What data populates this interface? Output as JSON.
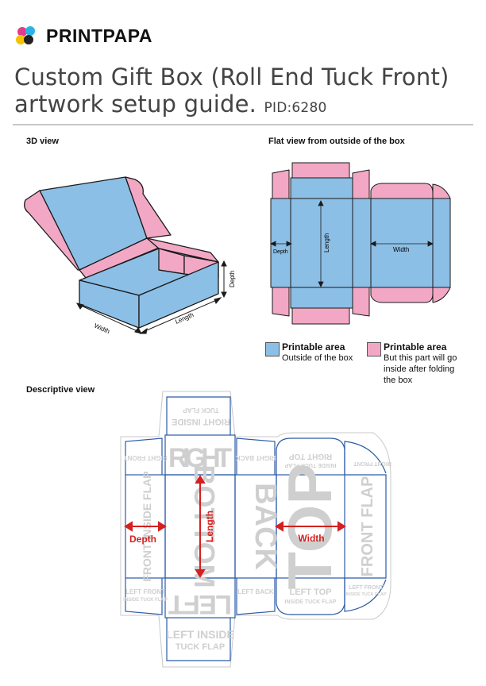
{
  "brand": {
    "name": "PRINTPAPA"
  },
  "title": {
    "line1": "Custom Gift Box (Roll End Tuck Front)",
    "line2": "artwork setup guide.",
    "pid": "PID:6280"
  },
  "sections": {
    "view3d": "3D view",
    "flat": "Flat view from outside of the box",
    "descriptive": "Descriptive view"
  },
  "view3d": {
    "width": "Width",
    "length": "Length",
    "depth": "Depth"
  },
  "flat": {
    "depth": "Depth",
    "length": "Length",
    "width": "Width"
  },
  "legend": {
    "blue_title": "Printable area",
    "blue_sub": "Outside of the box",
    "pink_title": "Printable area",
    "pink_sub1": "But this part will go",
    "pink_sub2": "inside after folding",
    "pink_sub3": "the box"
  },
  "descriptive": {
    "dim_depth": "Depth",
    "dim_length": "Length",
    "dim_width": "Width",
    "right_inside_tuck_flap_1": "RIGHT INSIDE",
    "right_inside_tuck_flap_2": "TUCK FLAP",
    "right": "RIGHT",
    "bottom": "BOTTOM",
    "left": "LEFT",
    "back": "BACK",
    "top": "TOP",
    "front_flap": "FRONT FLAP",
    "right_front": "RIGHT FRONT",
    "right_back": "RIGHT BACK",
    "right_top_1": "RIGHT TOP",
    "right_top_2": "INSIDE TUCK FLAP",
    "right_front_inside": "RIGHT FRONT",
    "front_inside_flap": "FRONT INSIDE FLAP",
    "left_front_1": "LEFT FRONT",
    "left_front_2": "INSIDE TUCK FLAP",
    "left_back": "LEFT BACK",
    "left_top_1": "LEFT TOP",
    "left_top_2": "INSIDE TUCK FLAP",
    "left_front_r1": "LEFT FRONT",
    "left_front_r2": "INSIDE TUCK FLAP",
    "left_inside_1": "LEFT INSIDE",
    "left_inside_2": "TUCK FLAP"
  },
  "colors": {
    "blue": "#8cbfe6",
    "pink": "#f2a8c4",
    "outline": "#2c4a8c",
    "arrow": "#d42020",
    "ghost": "#cfcfcf"
  }
}
